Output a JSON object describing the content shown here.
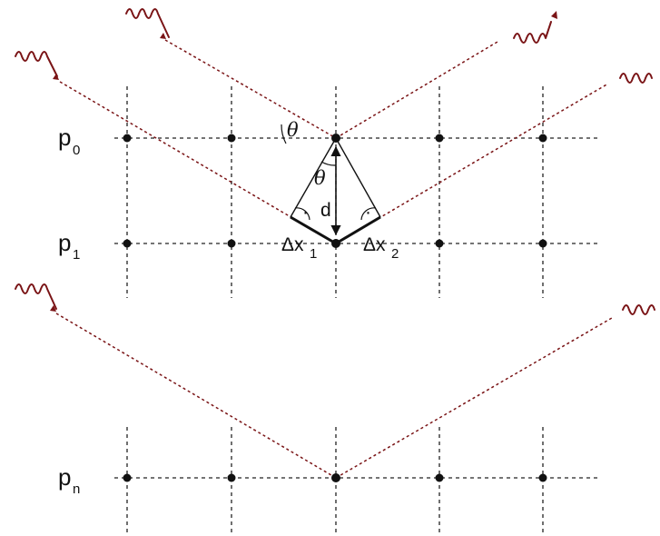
{
  "diagram": {
    "planes": [
      {
        "label": "p",
        "subscript": "0"
      },
      {
        "label": "p",
        "subscript": "1"
      },
      {
        "label": "p",
        "subscript": "n"
      }
    ],
    "angle_symbol": "θ",
    "spacing_label": "d",
    "path_diff_1": {
      "label": "Δx",
      "subscript": "1"
    },
    "path_diff_2": {
      "label": "Δx",
      "subscript": "2"
    },
    "right_angle_marker": "·",
    "colors": {
      "rays": "#7a1416",
      "grid": "#222222",
      "atoms": "#111111"
    }
  }
}
